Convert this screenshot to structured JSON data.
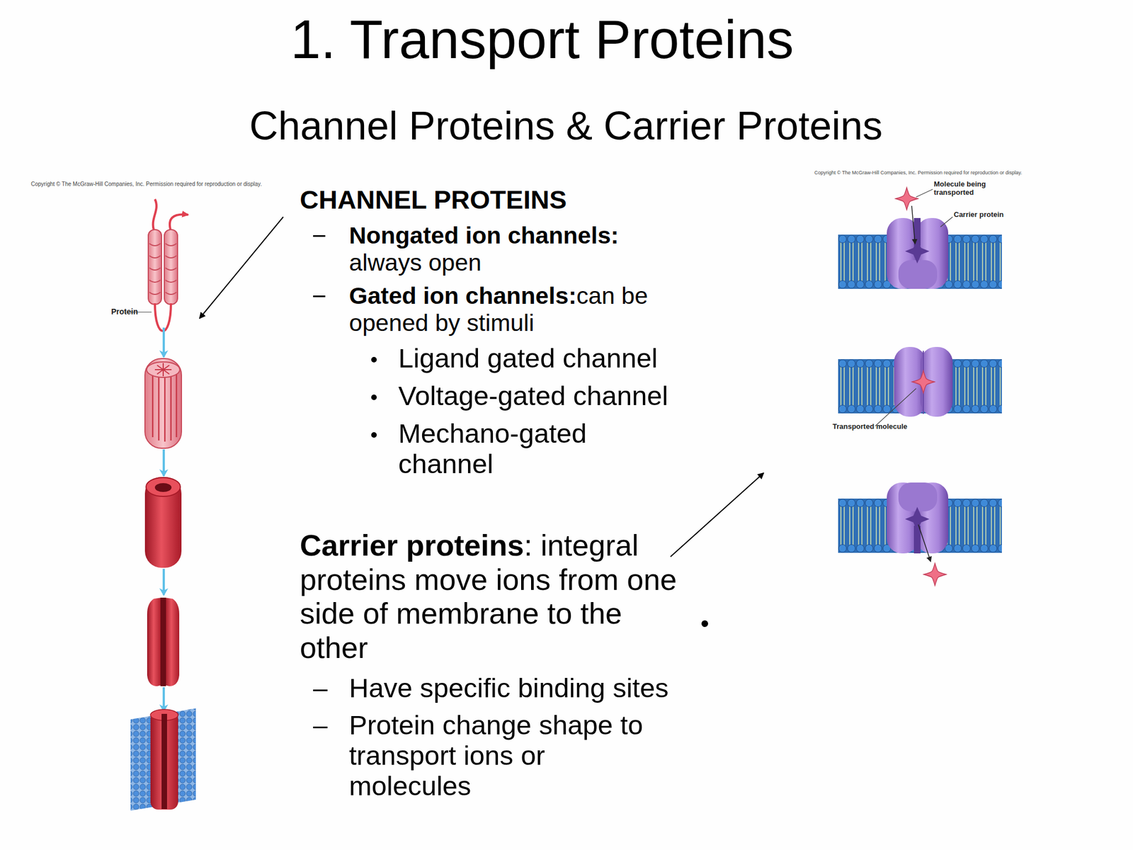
{
  "diagram": {
    "title": "1. Transport Proteins",
    "labels": [
      "Channel Proteins & Carrier Proteins",
      "Copyright © The McGraw-Hill Companies, Inc. Permission required for reproduction or display.",
      "Protein",
      "CHANNEL PROTEINS",
      "Nongated ion channels:",
      "always open",
      "Gated ion channels:",
      "can be opened by stimuli",
      "Ligand gated channel",
      "Voltage-gated channel",
      "Mechano-gated channel",
      "Carrier proteins",
      ": integral proteins move ions from one side of membrane to the other",
      "Have specific binding sites",
      "Protein change shape to transport ions or molecules",
      "Copyright © The McGraw-Hill Companies, Inc. Permission required for reproduction or display.",
      "Molecule being transported",
      "Carrier protein",
      "Transported molecule"
    ]
  }
}
